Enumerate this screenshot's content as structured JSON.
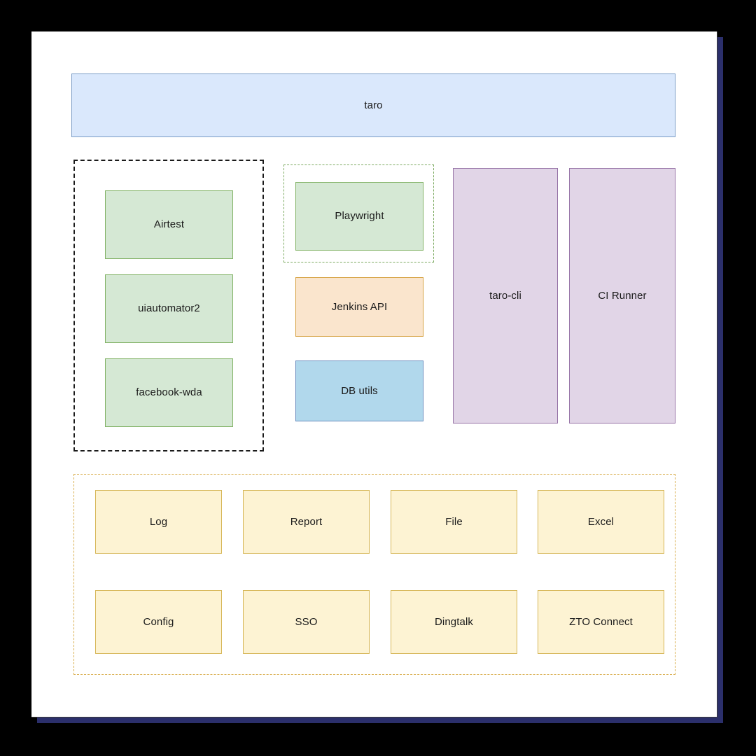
{
  "diagram": {
    "title_box": {
      "label": "taro"
    },
    "device_group": {
      "name": "device-drivers-group",
      "nodes": [
        {
          "label": "Airtest"
        },
        {
          "label": "uiautomator2"
        },
        {
          "label": "facebook-wda"
        }
      ]
    },
    "web_group": {
      "name": "web-driver-group",
      "nodes": [
        {
          "label": "Playwright"
        }
      ]
    },
    "middle_nodes": [
      {
        "label": "Jenkins API"
      },
      {
        "label": "DB utils"
      }
    ],
    "runner_nodes": [
      {
        "label": "taro-cli"
      },
      {
        "label": "CI Runner"
      }
    ],
    "utility_group": {
      "name": "utilities-group",
      "row1": [
        {
          "label": "Log"
        },
        {
          "label": "Report"
        },
        {
          "label": "File"
        },
        {
          "label": "Excel"
        }
      ],
      "row2": [
        {
          "label": "Config"
        },
        {
          "label": "SSO"
        },
        {
          "label": "Dingtalk"
        },
        {
          "label": "ZTO Connect"
        }
      ]
    }
  },
  "colors": {
    "page_background": "#000000",
    "canvas": "#ffffff",
    "canvas_shadow": "#2b2f6b",
    "blue_fill": "#dae8fc",
    "blue_stroke": "#7a9cc6",
    "green_fill": "#d5e8d4",
    "green_stroke": "#82b366",
    "orange_fill": "#fae5cd",
    "orange_stroke": "#d6a243",
    "cyan_fill": "#b1d8ec",
    "cyan_stroke": "#6c8ebf",
    "purple_fill": "#e1d5e7",
    "purple_stroke": "#9673a6",
    "yellow_fill": "#fdf3d3",
    "yellow_stroke": "#d6b656",
    "group_black_stroke": "#1a1a1a",
    "group_green_stroke": "#7ba95f",
    "group_yellow_stroke": "#d9ae4e"
  }
}
